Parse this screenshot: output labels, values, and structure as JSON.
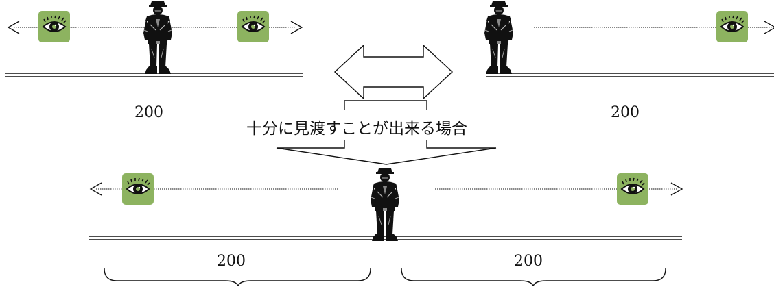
{
  "diagram": {
    "caption": "十分に見渡すことが出来る場合",
    "distance_labels": {
      "top_left": "200",
      "top_right": "200",
      "bottom_left": "200",
      "bottom_right": "200"
    },
    "colors": {
      "eye_box": "#8db360",
      "line": "#111111",
      "background": "#ffffff"
    },
    "icons": [
      "eye-icon",
      "guard-figure-icon",
      "double-arrow-icon",
      "bracket-icon",
      "brace-icon"
    ]
  }
}
